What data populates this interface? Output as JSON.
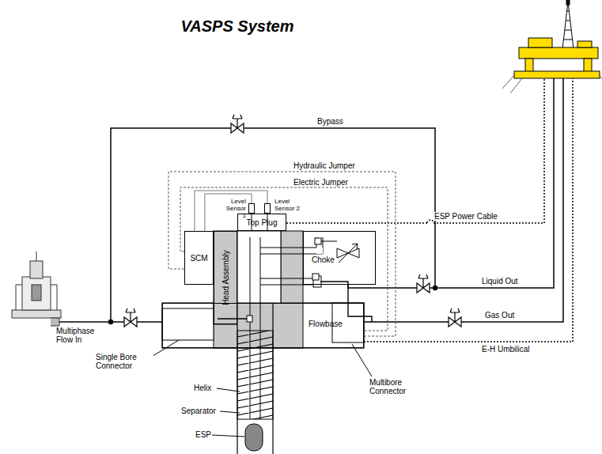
{
  "diagram": {
    "title": "VASPS System",
    "nodes": [
      {
        "text": [
          "Level Sensor 1"
        ]
      },
      {
        "text": [
          "Level Sensor 2"
        ]
      },
      {
        "text": [
          "Top Plug"
        ]
      },
      {
        "text": [
          "SCM"
        ]
      },
      {
        "text": [
          "Head Assembly"
        ]
      },
      {
        "text": [
          "Choke"
        ]
      },
      {
        "text": [
          "Flowbase"
        ]
      }
    ],
    "edges": [
      {
        "from": 0,
        "to": 3,
        "arrow": "none"
      },
      {
        "from": 1,
        "to": 3,
        "arrow": "none"
      }
    ],
    "labels": [
      "Bypass",
      "Hydraulic Jumper",
      "Electric Jumper",
      "ESP Power Cable",
      "Liquid Out",
      "Gas Out",
      "Multiphase Flow In",
      "Single Bore Connector",
      "Multibore Connector",
      "E-H Umbilical",
      "Helix",
      "Separator",
      "ESP"
    ]
  }
}
